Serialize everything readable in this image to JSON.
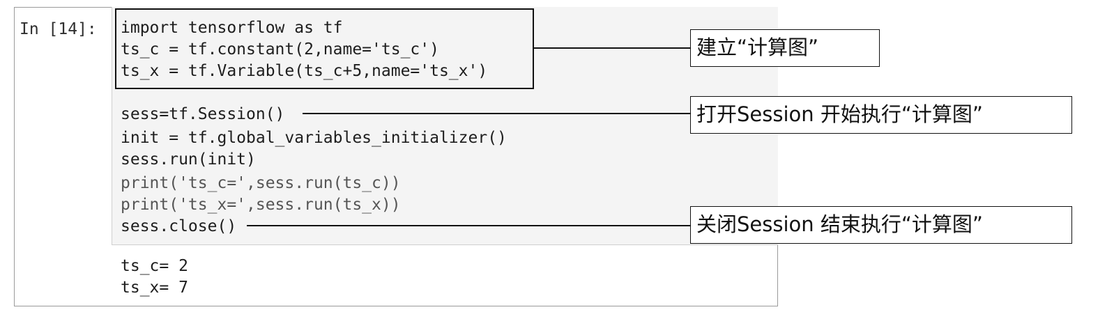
{
  "cell": {
    "prompt": "In [14]:",
    "code_lines": [
      "import tensorflow as tf",
      "ts_c = tf.constant(2,name='ts_c')",
      "ts_x = tf.Variable(ts_c+5,name='ts_x')",
      "",
      "sess=tf.Session()",
      "init = tf.global_variables_initializer()",
      "sess.run(init)",
      "print('ts_c=',sess.run(ts_c))",
      "print('ts_x=',sess.run(ts_x))",
      "sess.close()"
    ],
    "output_lines": [
      "ts_c= 2",
      "ts_x= 7"
    ]
  },
  "annotations": [
    "建立“计算图”",
    "打开Session 开始执行“计算图”",
    "关闭Session 结束执行“计算图”"
  ]
}
